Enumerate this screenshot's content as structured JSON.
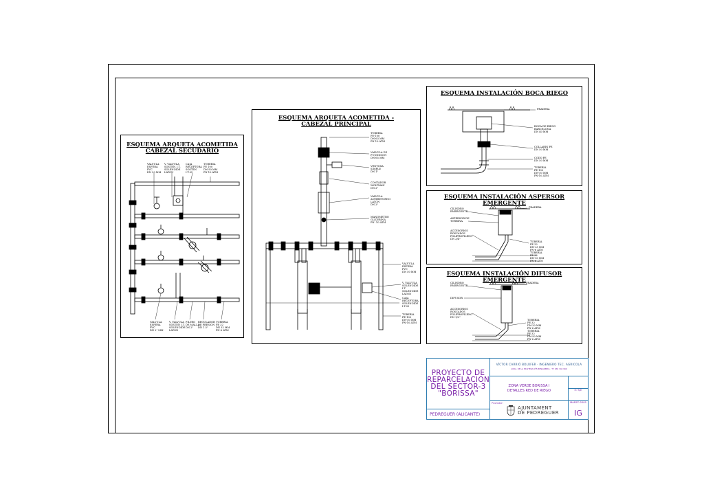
{
  "panels": {
    "secundario": {
      "title_line1": "ESQUEMA ARQUETA ACOMETIDA",
      "title_line2": "CABEZAL SECUDARIO",
      "labels_top": [
        "VALVULA\nESFERA\nPVC\nDN 50 MM",
        "V. VALVULA\nSOSTEN. I.T.\nSOLENOIDE\nLATON",
        "CAJA\nRECEPTORA\nSOSTEN\nI.T.05",
        "TUBERIA\nPE 100\nDN-50 MM\nPN-10 ATM"
      ],
      "labels_bottom": [
        "VALVULA\nESFERA\nPVC\nDN 2\" MM",
        "V. VALVULA\nSOSTEN I.T.\nSOLENOIDE\nLATON",
        "FILTRO\nDE MALLA\nDN 2\"",
        "REGULADOR\nDE PRESION\nDN 1.5\"",
        "TUBERIA\nPE 32\nDN 32 MM\nPN-6 ATM"
      ]
    },
    "principal": {
      "title_line1": "ESQUEMA ARQUETA ACOMETIDA -",
      "title_line2": "CABEZAL PRINCIPAL",
      "labels_right": [
        "TUBERIA\nPE-100\nDN-63 MM\nPN-10 ATM",
        "VALVULA DE\nFUNDICION\nDN-65 MM",
        "VENTOSA\nSIMPLE\nDN 1\"",
        "CONTADOR\nWOLTMAN\nDN 2\"",
        "VALVULA\nANTIRETORNO\nLATON\nDN 2\"",
        "MANOMETRO\nGLICERINA\nPN- 10 ATM"
      ],
      "labels_low": [
        "VALVULA\nESFERA\nPVC\nDN 50 MM",
        "V. VALVULA\nSOLENOIDE I.T.\nSOLENOIDE\nLATON",
        "CAJA\nRECEPTORA\nSOLENOIDE\nI.T.05",
        "TUBERIA\nPE 100\nDN-50 MM\nPN-10 ATM"
      ]
    },
    "boca": {
      "title": "ESQUEMA INSTALACIÓN BOCA RIEGO",
      "labels": [
        "PRADERA",
        "BOCA DE RIEGO\nBARCELONA\nDN 40 MM",
        "COLLARIN PE\nDN 50 MM",
        "CODO PE\nDN 50 MM",
        "TUBERIA\nPE 100\nDN-50 MM\nPN-10 ATM"
      ]
    },
    "aspersor": {
      "title": "ESQUEMA INSTALACIÓN ASPERSOR EMERGENTE",
      "labels_left": [
        "CILINDRO\nEMERGENTE",
        "ASPERSOR DE\nTURBINA",
        "ACCESORIOS\nROSCADOS\nPOLIPROPILENO\nDN 3/4\""
      ],
      "labels_right": [
        "PRADERA",
        "TUBERIA\nPE 32\nDN-25 MM\nPN-6 ATM\nTUBERIA\nPE 32\nDN-50 MM\nPN-6 ATM"
      ]
    },
    "difusor": {
      "title": "ESQUEMA INSTALACIÓN DIFUSOR EMERGENTE",
      "labels_left": [
        "CILINDRO\nEMERGENTE",
        "DIFUSOR",
        "ACCESORIOS\nROSCADOS\nPOLIPROPILENO\nDN 1/2\""
      ],
      "labels_right": [
        "PRADERA",
        "TUBERIA\nPE 32\nDN-20 MM\nPN-6 ATM\nTUBERIA\nPE 32\nDN-50 MM\nPN-6 ATM"
      ]
    }
  },
  "titleblock": {
    "project": [
      "PROYECTO DE",
      "REPARCELACION",
      "DEL SECTOR-3",
      "\"BORISSA\""
    ],
    "location": "PEDREGUER (ALICANTE)",
    "author": "VÍCTOR CARRIÓ BOLUFER · INGENIERO TEC. AGRICOLA",
    "author_sub": "AVDA. DE LA MUSTERA Nº5 BENIARBEIG · TF. 630 342 969",
    "plan_title": [
      "ZONA VERDE BORISSA I",
      "DETALLES RED DE RIEGO"
    ],
    "scale": "E: S/E",
    "date": "MARZO 2005",
    "promoter_label": "Promotor:",
    "promoter": [
      "AJUNTAMENT",
      "DE PEDREGUER"
    ],
    "plan_code": "IG"
  },
  "colors": {
    "line": "#000000",
    "accent": "#7a1fa8",
    "titleblock_border": "#2a7ab0"
  }
}
